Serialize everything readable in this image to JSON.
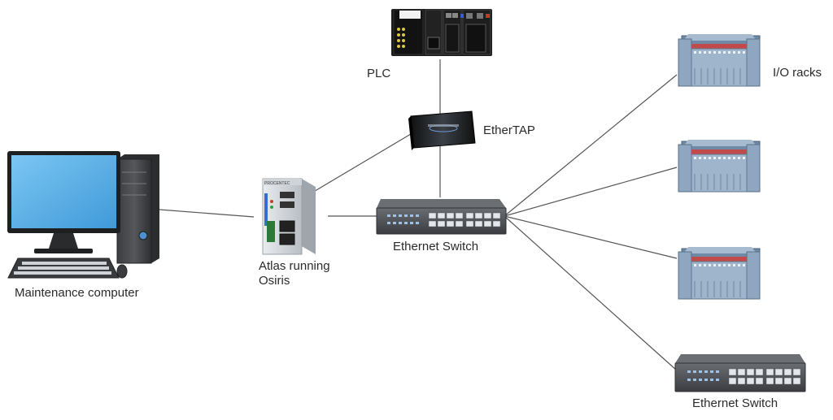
{
  "nodes": {
    "plc": {
      "label": "PLC"
    },
    "ethertap": {
      "label": "EtherTAP"
    },
    "io_racks": {
      "label": "I/O racks"
    },
    "atlas": {
      "label_line1": "Atlas running",
      "label_line2": "Osiris",
      "brand": "PROCENTEC"
    },
    "main_switch": {
      "label": "Ethernet Switch"
    },
    "remote_switch": {
      "label": "Ethernet Switch"
    },
    "maintenance_computer": {
      "label": "Maintenance computer"
    }
  },
  "colors": {
    "line": "#555555",
    "screen": "#5fb4ec",
    "switch_body": "#4a4d52",
    "rack_blue": "#8fa7bf",
    "rack_red": "#c24a4a",
    "device_dark": "#1c1c1c"
  }
}
